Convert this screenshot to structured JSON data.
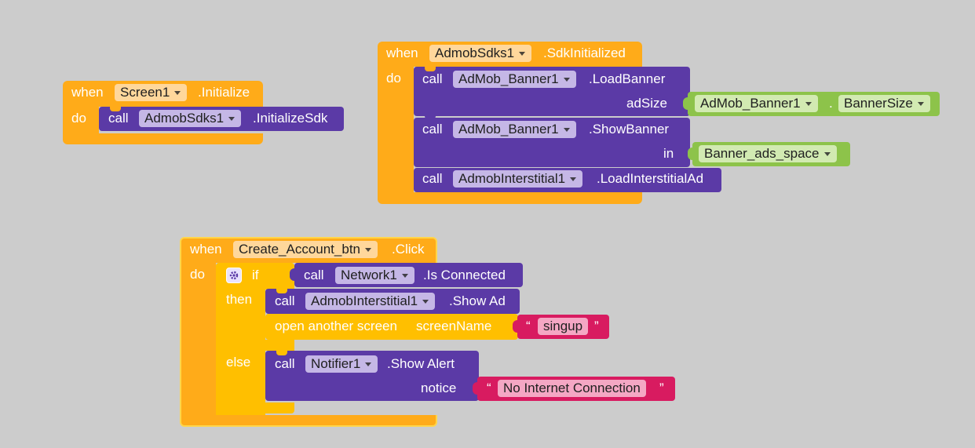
{
  "colors": {
    "event": "#ffab19",
    "component": "#5b3aa6",
    "property": "#8dc34a",
    "text": "#d81b60",
    "grid": "#cccccc"
  },
  "block1": {
    "when": "when",
    "component": "Screen1",
    "event": ".Initialize",
    "do": "do",
    "call": "call",
    "call_component": "AdmobSdks1",
    "method": ".InitializeSdk"
  },
  "block2": {
    "when": "when",
    "component": "AdmobSdks1",
    "event": ".SdkInitialized",
    "do": "do",
    "call1": {
      "call": "call",
      "component": "AdMob_Banner1",
      "method": ".LoadBanner",
      "param": "adSize"
    },
    "adsize": {
      "component": "AdMob_Banner1",
      "dot": ".",
      "property": "BannerSize"
    },
    "call2": {
      "call": "call",
      "component": "AdMob_Banner1",
      "method": ".ShowBanner",
      "param": "in"
    },
    "in_value": "Banner_ads_space",
    "call3": {
      "call": "call",
      "component": "AdmobInterstitial1",
      "method": ".LoadInterstitialAd"
    }
  },
  "block3": {
    "when": "when",
    "component": "Create_Account_btn",
    "event": ".Click",
    "do": "do",
    "if": "if",
    "then": "then",
    "else": "else",
    "cond": {
      "call": "call",
      "component": "Network1",
      "method": ".Is Connected"
    },
    "then1": {
      "call": "call",
      "component": "AdmobInterstitial1",
      "method": ".Show Ad"
    },
    "then2": {
      "label": "open another screen",
      "param": "screenName",
      "open_quote": "“",
      "value": "singup",
      "close_quote": "”"
    },
    "else1": {
      "call": "call",
      "component": "Notifier1",
      "method": ".Show Alert",
      "param": "notice",
      "open_quote": "“",
      "value": "No Internet Connection",
      "close_quote": "”"
    }
  }
}
